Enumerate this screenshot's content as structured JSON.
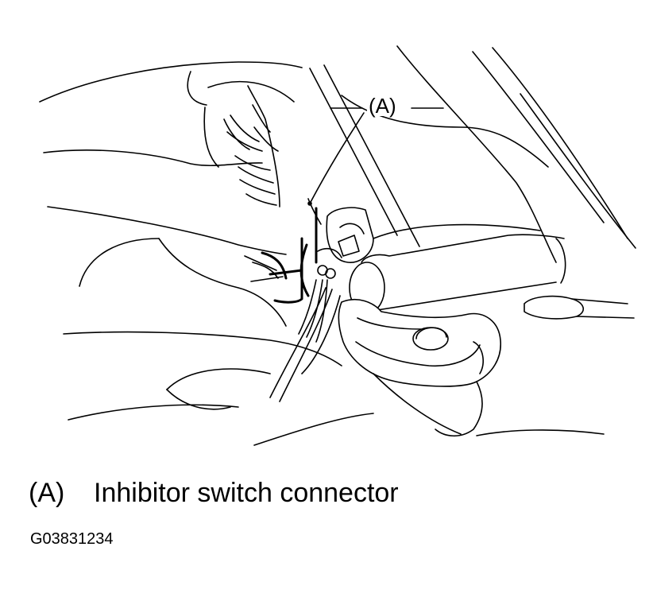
{
  "callout": {
    "marker": "(A)"
  },
  "legend": {
    "key": "(A)",
    "text": "Inhibitor switch connector"
  },
  "figure_id": "G03831234",
  "line_color": "#000000",
  "background_color": "#ffffff"
}
